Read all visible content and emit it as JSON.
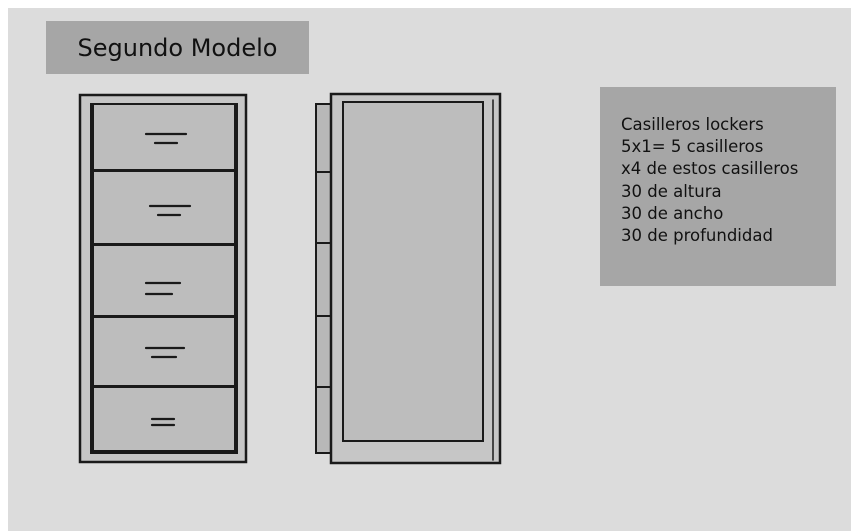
{
  "title": "Segundo Modelo",
  "info_lines": [
    "Casilleros lockers",
    "5x1= 5 casilleros",
    "x4 de estos casilleros",
    "30 de altura",
    "30 de ancho",
    "30 de profundidad"
  ],
  "colors": {
    "background": "#dcdcdc",
    "box_fill": "#a6a6a6",
    "cabinet_fill": "#c2c2c2",
    "outline": "#1a1a1a"
  }
}
